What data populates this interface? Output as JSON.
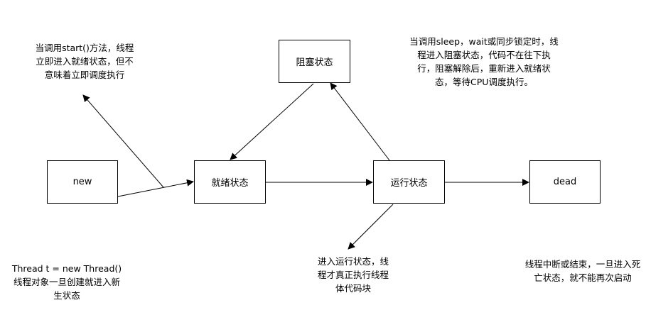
{
  "states": {
    "new": "new",
    "ready": "就绪状态",
    "blocked": "阻塞状态",
    "running": "运行状态",
    "dead": "dead"
  },
  "notes": {
    "start": "当调用start()方法，线程\n立即进入就绪状态，但不\n意味着立即调度执行",
    "sleep": "当调用sleep，wait或同步锁定时，线\n程进入阻塞状态，代码不在往下执\n行，阻塞解除后，重新进入就绪状\n态，等待CPU调度执行。",
    "new_thread": "Thread t = new Thread()\n线程对象一旦创建就进入新\n生状态",
    "running": "进入运行状态，线\n程才真正执行线程\n体代码块",
    "dead": "线程中断或结束，一旦进入死\n亡状态，就不能再次启动"
  }
}
